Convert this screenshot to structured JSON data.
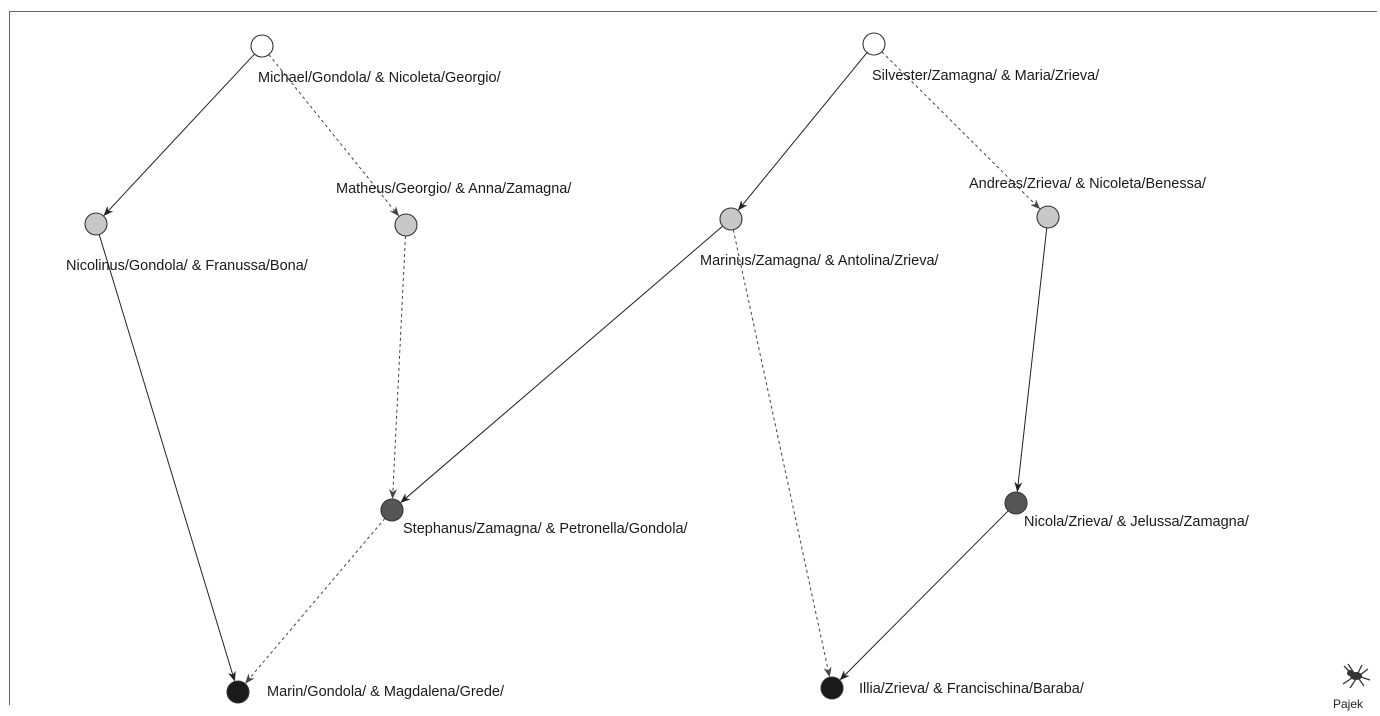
{
  "colors": {
    "generation_1": "#ffffff",
    "generation_2": "#c8c8c8",
    "generation_3": "#555555",
    "generation_4": "#1a1a1a",
    "solid_edge": "#222222",
    "dashed_edge": "#444444"
  },
  "nodes": [
    {
      "id": "n1",
      "label": "Michael/Gondola/ & Nicoleta/Georgio/",
      "level": "generation_1"
    },
    {
      "id": "n2",
      "label": "Silvester/Zamagna/ & Maria/Zrieva/",
      "level": "generation_1"
    },
    {
      "id": "n3",
      "label": "Nicolinus/Gondola/ & Franussa/Bona/",
      "level": "generation_2"
    },
    {
      "id": "n4",
      "label": "Matheus/Georgio/ & Anna/Zamagna/",
      "level": "generation_2"
    },
    {
      "id": "n5",
      "label": "Marinus/Zamagna/ & Antolina/Zrieva/",
      "level": "generation_2"
    },
    {
      "id": "n6",
      "label": "Andreas/Zrieva/ & Nicoleta/Benessa/",
      "level": "generation_2"
    },
    {
      "id": "n7",
      "label": "Stephanus/Zamagna/ & Petronella/Gondola/",
      "level": "generation_3"
    },
    {
      "id": "n8",
      "label": "Nicola/Zrieva/ & Jelussa/Zamagna/",
      "level": "generation_3"
    },
    {
      "id": "n9",
      "label": "Marin/Gondola/ & Magdalena/Grede/",
      "level": "generation_4"
    },
    {
      "id": "n10",
      "label": "Illia/Zrieva/ & Francischina/Baraba/",
      "level": "generation_4"
    }
  ],
  "edges": [
    {
      "from": "n1",
      "to": "n3",
      "style": "solid"
    },
    {
      "from": "n1",
      "to": "n4",
      "style": "dashed"
    },
    {
      "from": "n2",
      "to": "n5",
      "style": "solid"
    },
    {
      "from": "n2",
      "to": "n6",
      "style": "dashed"
    },
    {
      "from": "n3",
      "to": "n9",
      "style": "solid"
    },
    {
      "from": "n4",
      "to": "n7",
      "style": "dashed"
    },
    {
      "from": "n5",
      "to": "n7",
      "style": "solid"
    },
    {
      "from": "n5",
      "to": "n10",
      "style": "dashed"
    },
    {
      "from": "n6",
      "to": "n8",
      "style": "solid"
    },
    {
      "from": "n7",
      "to": "n9",
      "style": "dashed"
    },
    {
      "from": "n8",
      "to": "n10",
      "style": "solid"
    }
  ],
  "logo": {
    "text": "Pajek",
    "icon": "spider-icon"
  }
}
